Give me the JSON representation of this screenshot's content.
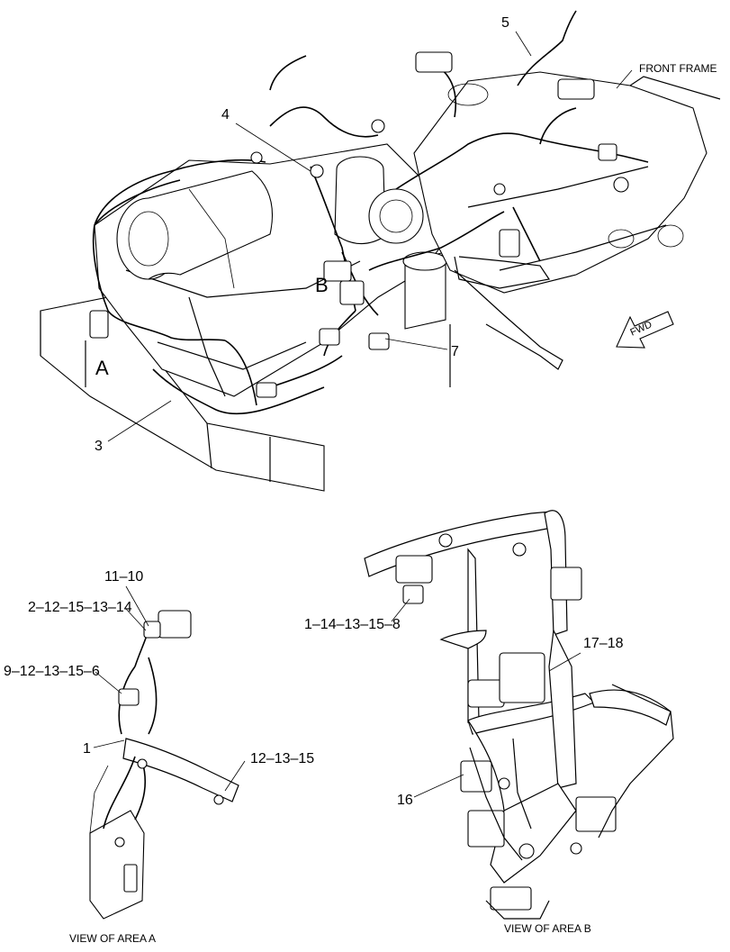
{
  "callouts": {
    "c4": "4",
    "c5": "5",
    "c7": "7",
    "c3": "3",
    "c1110": "11–10",
    "c2": "2–12–15–13–14",
    "c9": "9–12–13–15–6",
    "c1": "1",
    "c121315": "12–13–15",
    "c1_14": "1–14–13–15–8",
    "c1718": "17–18",
    "c16": "16"
  },
  "areas": {
    "a": "A",
    "b": "B"
  },
  "labels": {
    "front_frame": "FRONT FRAME",
    "fwd": "FWD",
    "view_a": "VIEW OF AREA  A",
    "view_b": "VIEW OF AREA  B"
  }
}
